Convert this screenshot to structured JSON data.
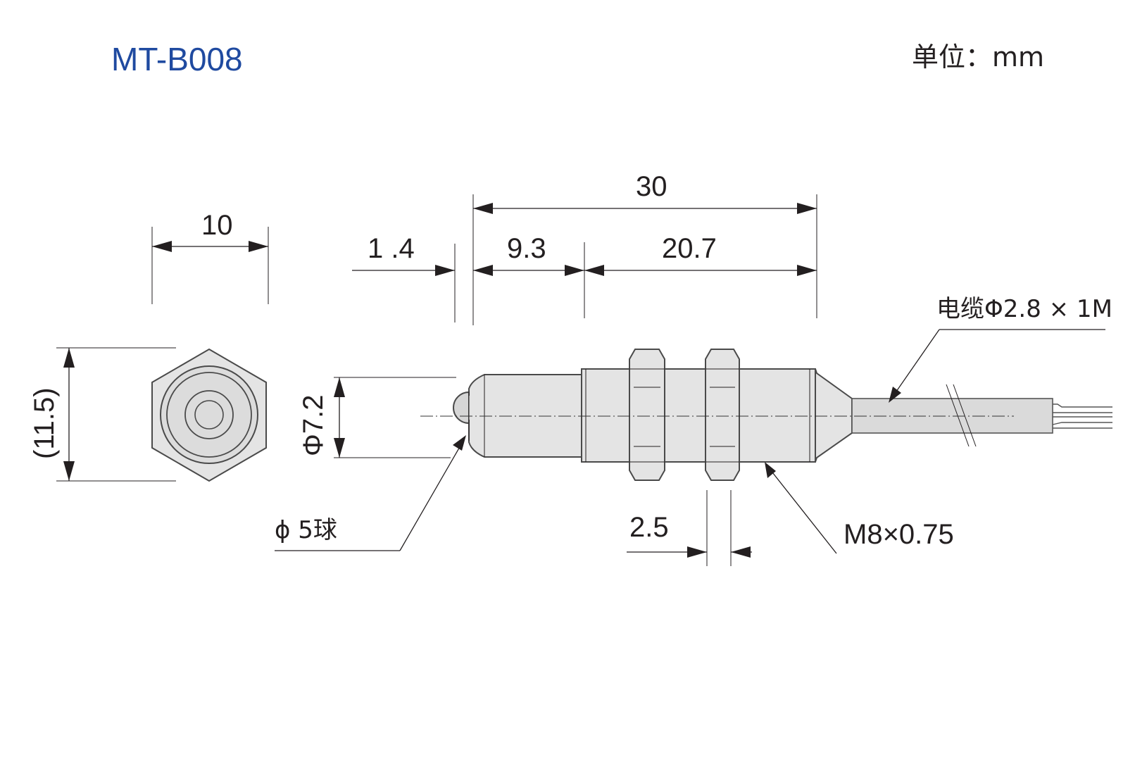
{
  "header": {
    "model": "MT-B008",
    "unit": "单位：mm"
  },
  "dimensions": {
    "total_length": "30",
    "hex_width": "10",
    "ball_offset": "1 .4",
    "front_section": "9.3",
    "thread_section": "20.7",
    "hex_height": "(11.5)",
    "body_diameter": "Φ7.2",
    "nut_thickness": "2.5"
  },
  "callouts": {
    "ball": "ϕ 5球",
    "thread": "M8×0.75",
    "cable": "电缆Φ2.8 × 1M"
  },
  "colors": {
    "title": "#1f4aa0",
    "body_fill": "#e4e4e4",
    "line": "#231f20"
  }
}
